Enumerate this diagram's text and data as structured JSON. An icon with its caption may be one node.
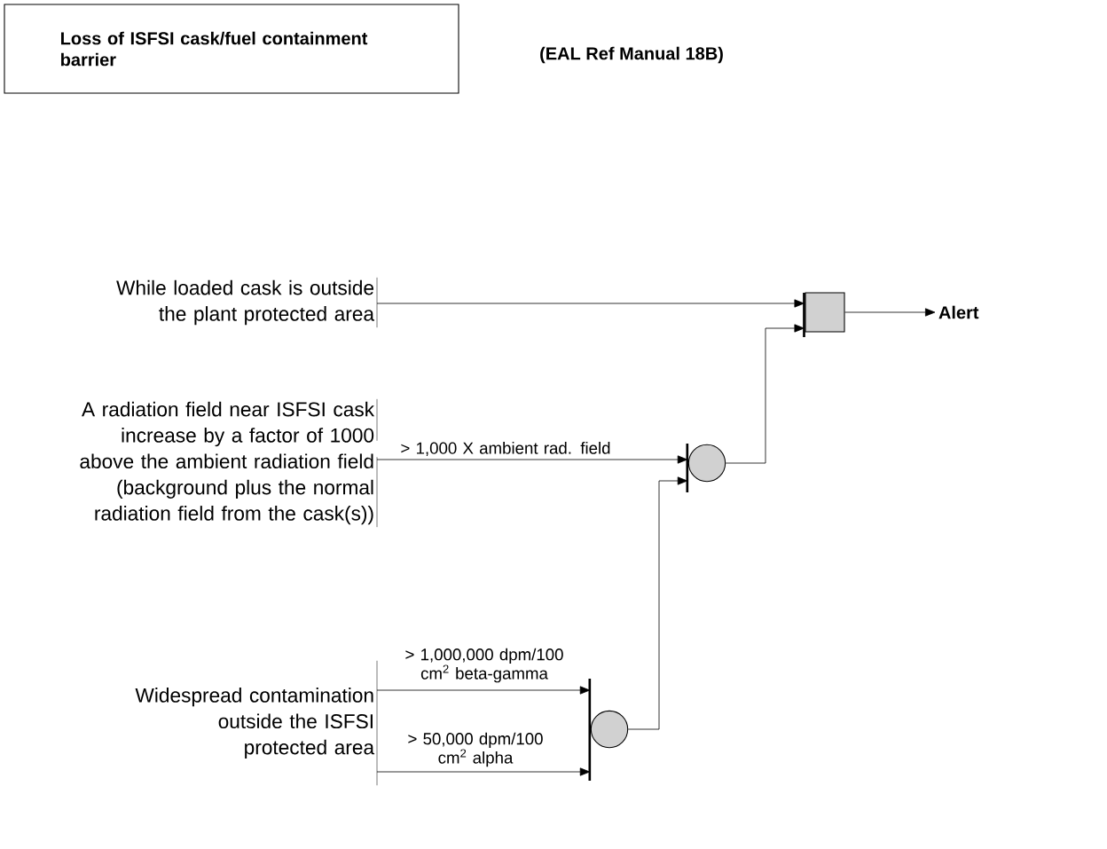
{
  "diagram": {
    "nodes": [
      {
        "text": [
          "Loss of ISFSI cask/fuel containment barrier"
        ]
      },
      {
        "text": [
          "While loaded cask is outside the plant protected area"
        ]
      },
      {
        "text": [
          "A radiation field near ISFSI cask increase by a factor of 1000 above the ambient radiation field (background plus the normal radiation field from the cask(s))"
        ]
      },
      {
        "text": [
          "Widespread contamination outside the ISFSI protected area"
        ]
      },
      {
        "text": [],
        "shape": "box"
      },
      {
        "text": [],
        "shape": "circle"
      },
      {
        "text": [],
        "shape": "circle"
      },
      {
        "text": [
          "Alert"
        ]
      }
    ],
    "edges": [
      {
        "from": 1,
        "to": 4,
        "arrow": "to"
      },
      {
        "from": 5,
        "to": 4,
        "arrow": "to"
      },
      {
        "from": 2,
        "to": 5,
        "arrow": "to",
        "label": "> 1,000 X ambient rad. field"
      },
      {
        "from": 6,
        "to": 5,
        "arrow": "to"
      },
      {
        "from": 3,
        "to": 6,
        "arrow": "to",
        "label": "> 1,000,000 dpm/100 cm$^{2}$ beta-gamma"
      },
      {
        "from": 3,
        "to": 6,
        "arrow": "to",
        "label": "> 50,000 dpm/100 cm$^{2}$ alpha"
      },
      {
        "from": 4,
        "to": 7,
        "arrow": "to"
      }
    ],
    "labels": [
      "(EAL Ref Manual 18B)"
    ]
  }
}
